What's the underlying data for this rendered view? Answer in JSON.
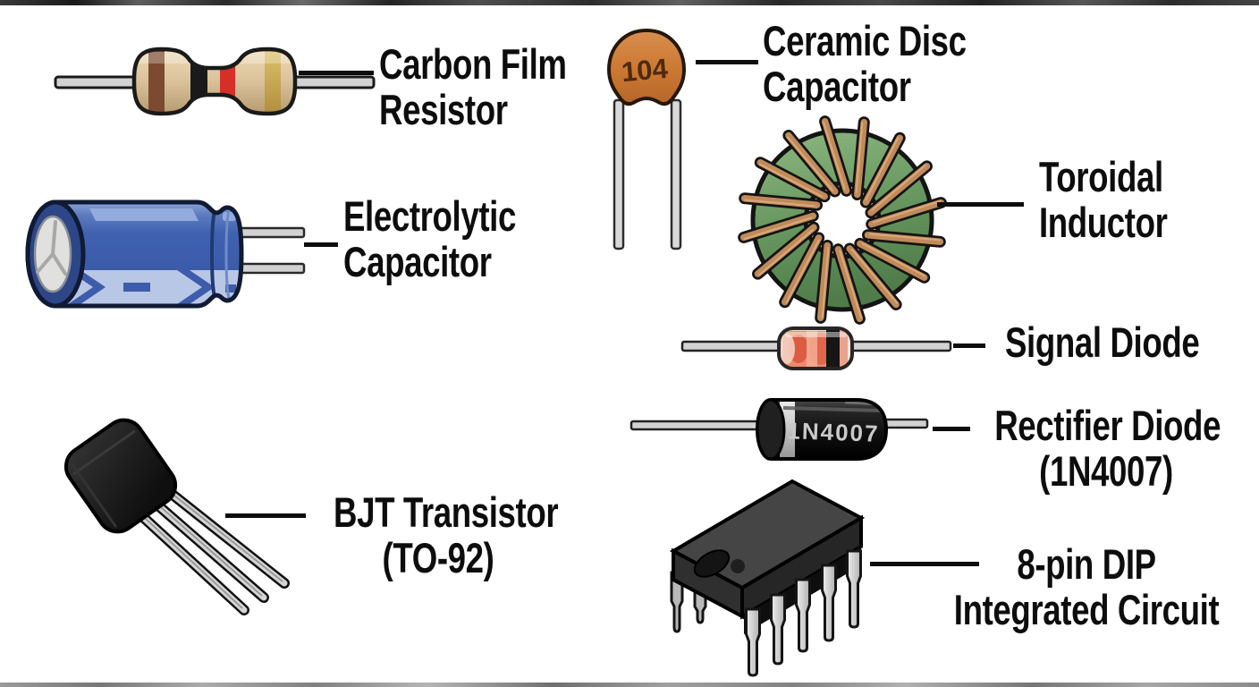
{
  "figure": {
    "type": "labeled-diagram",
    "subject": "Common electronic components"
  },
  "components": {
    "carbon_film_resistor": {
      "label_line1": "Carbon Film",
      "label_line2": "Resistor"
    },
    "ceramic_disc_capacitor": {
      "label_line1": "Ceramic Disc",
      "label_line2": "Capacitor",
      "marking": "104"
    },
    "toroidal_inductor": {
      "label_line1": "Toroidal",
      "label_line2": "Inductor"
    },
    "electrolytic_capacitor": {
      "label_line1": "Electrolytic",
      "label_line2": "Capacitor"
    },
    "signal_diode": {
      "label": "Signal Diode"
    },
    "rectifier_diode": {
      "label_line1": "Rectifier Diode",
      "label_line2": "(1N4007)",
      "marking": "1N4007"
    },
    "bjt_transistor": {
      "label_line1": "BJT Transistor",
      "label_line2": "(TO-92)"
    },
    "dip_ic": {
      "label_line1": "8-pin DIP",
      "label_line2": "Integrated Circuit"
    }
  },
  "colors": {
    "background": "#ffffff",
    "label_text": "#0d0d0d",
    "leader_line": "#0d0d0d",
    "lead_metal": "#d2d2d2",
    "resistor_body": "#dcc49d",
    "resistor_band_brown": "#7c4a31",
    "resistor_band_black": "#1a1a1a",
    "resistor_band_red": "#d62f28",
    "resistor_band_gold": "#c9a84c",
    "ceramic_disc": "#cd7c36",
    "toroid_core_green": "#6a9a62",
    "toroid_winding_copper": "#c08a5a",
    "electrolytic_blue": "#3b5aa8",
    "electrolytic_band": "#b9c7e6",
    "signal_diode_glass": "#f4e0d6",
    "signal_diode_inner": "#ec8a6e",
    "rectifier_body": "#141414",
    "rectifier_band": "#d9d9d9",
    "transistor_body": "#1a1a1a",
    "ic_body_top": "#454545",
    "ic_body_front": "#262626"
  }
}
